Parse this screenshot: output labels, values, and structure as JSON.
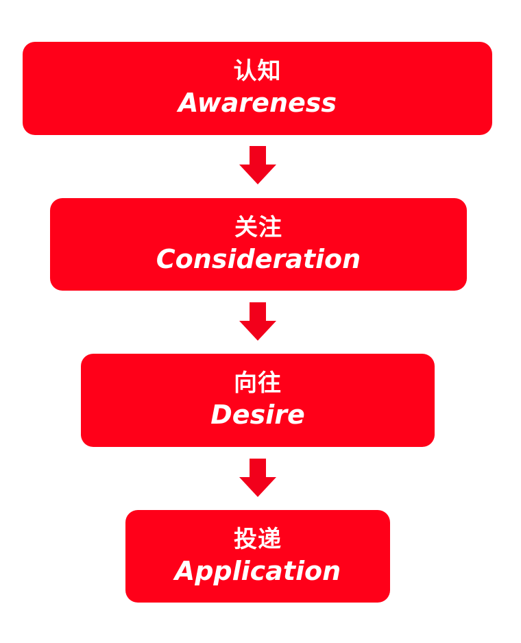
{
  "colors": {
    "step_fill": "#ff0019",
    "arrow_fill": "#f2001b",
    "text": "#ffffff"
  },
  "steps": [
    {
      "zh": "认知",
      "en": "Awareness"
    },
    {
      "zh": "关注",
      "en": "Consideration"
    },
    {
      "zh": "向往",
      "en": "Desire"
    },
    {
      "zh": "投递",
      "en": "Application"
    }
  ],
  "arrows": [
    {
      "icon": "arrow-down-icon"
    },
    {
      "icon": "arrow-down-icon"
    },
    {
      "icon": "arrow-down-icon"
    }
  ]
}
